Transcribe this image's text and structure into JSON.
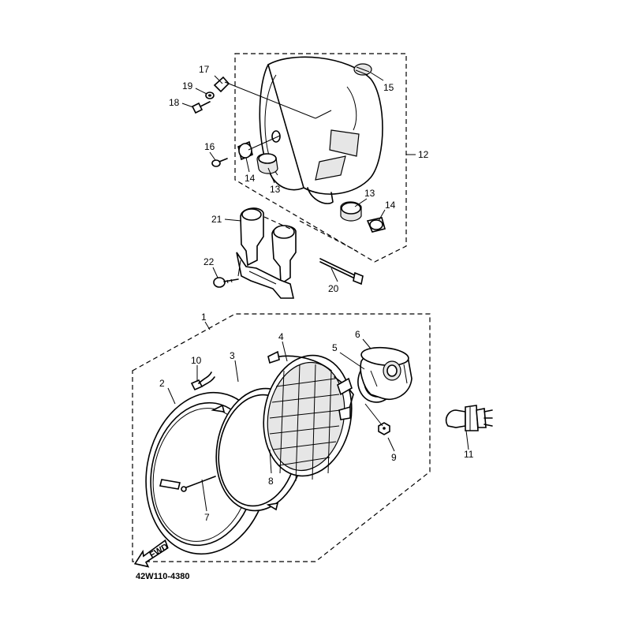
{
  "diagram": {
    "drawing_code": "42W110-4380",
    "direction_marker": "FWD",
    "callouts": [
      {
        "id": "c1",
        "text": "1"
      },
      {
        "id": "c2",
        "text": "2"
      },
      {
        "id": "c3",
        "text": "3"
      },
      {
        "id": "c4",
        "text": "4"
      },
      {
        "id": "c5",
        "text": "5"
      },
      {
        "id": "c6",
        "text": "6"
      },
      {
        "id": "c7",
        "text": "7"
      },
      {
        "id": "c8",
        "text": "8"
      },
      {
        "id": "c9",
        "text": "9"
      },
      {
        "id": "c10",
        "text": "10"
      },
      {
        "id": "c11",
        "text": "11"
      },
      {
        "id": "c12",
        "text": "12"
      },
      {
        "id": "c13a",
        "text": "13"
      },
      {
        "id": "c13b",
        "text": "13"
      },
      {
        "id": "c14a",
        "text": "14"
      },
      {
        "id": "c14b",
        "text": "14"
      },
      {
        "id": "c15",
        "text": "15"
      },
      {
        "id": "c16",
        "text": "16"
      },
      {
        "id": "c17",
        "text": "17"
      },
      {
        "id": "c18",
        "text": "18"
      },
      {
        "id": "c19",
        "text": "19"
      },
      {
        "id": "c20",
        "text": "20"
      },
      {
        "id": "c21",
        "text": "21"
      },
      {
        "id": "c22",
        "text": "22"
      }
    ]
  }
}
